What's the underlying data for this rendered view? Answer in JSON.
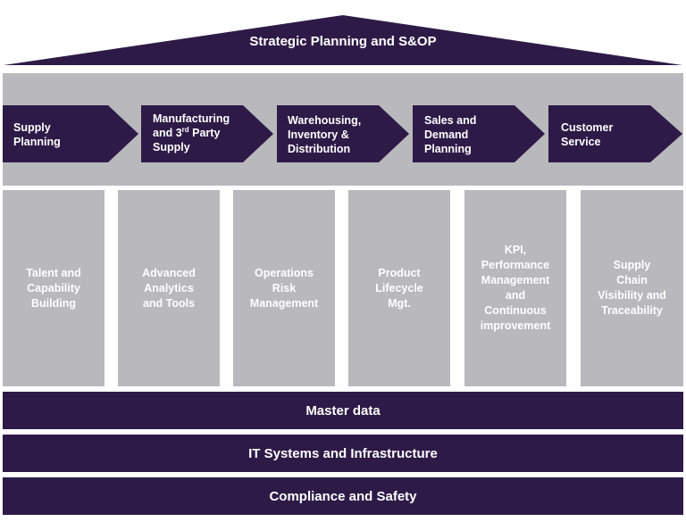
{
  "roof": {
    "title": "Strategic Planning and S&OP"
  },
  "chevrons": [
    {
      "line1": "Supply",
      "line2": "Planning"
    },
    {
      "line1": "Manufacturing",
      "line2a": "and 3",
      "line2sup": "rd",
      "line2b": " Party",
      "line3": "Supply"
    },
    {
      "line1": "Warehousing,",
      "line2": "Inventory &",
      "line3": "Distribution"
    },
    {
      "line1": "Sales and",
      "line2": "Demand",
      "line3": "Planning"
    },
    {
      "line1": "Customer",
      "line2": "Service"
    }
  ],
  "pillars": [
    "Talent and\nCapability\nBuilding",
    "Advanced\nAnalytics\nand Tools",
    "Operations\nRisk\nManagement",
    "Product\nLifecycle\nMgt.",
    "KPI,\nPerformance\nManagement\nand\nContinuous\nimprovement",
    "Supply\nChain\nVisibility  and\nTraceability"
  ],
  "bars": [
    "Master data",
    "IT Systems and Infrastructure",
    "Compliance and Safety"
  ],
  "colors": {
    "dark": "#2e1a47",
    "grey": "#b9b8bd"
  }
}
